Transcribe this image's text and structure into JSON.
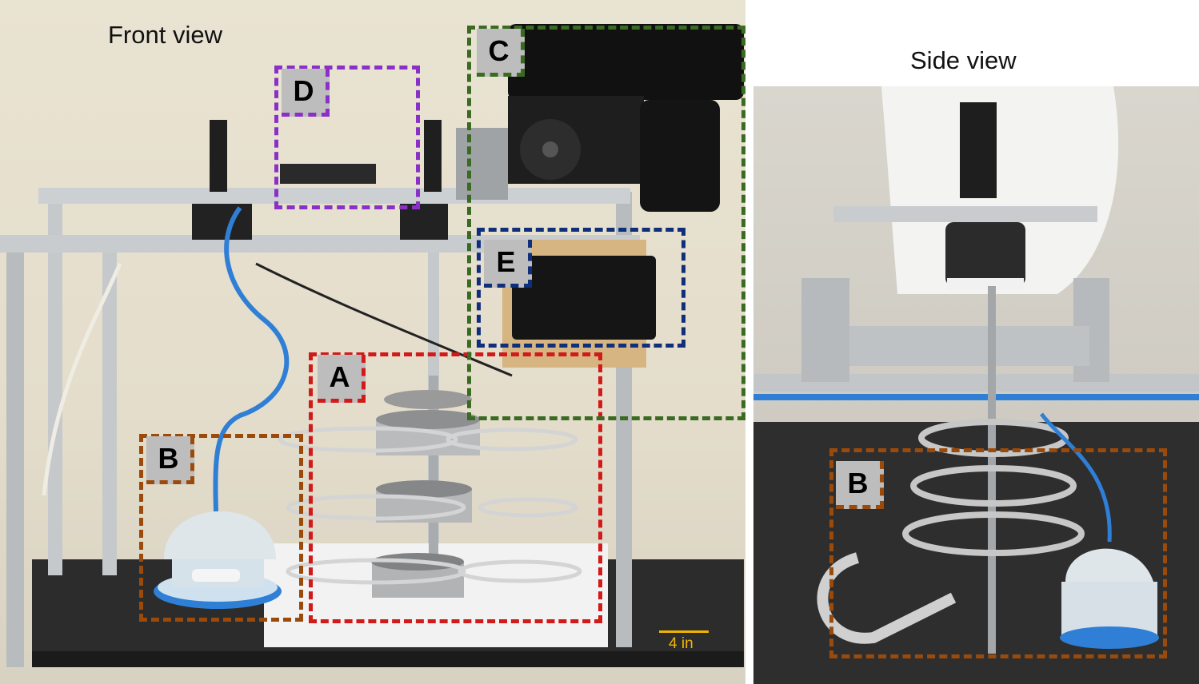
{
  "front_view": {
    "title": "Front view",
    "scale_label": "4 in",
    "regions": [
      {
        "label": "A",
        "color": "#d11a1a"
      },
      {
        "label": "B",
        "color": "#9a4b0c"
      },
      {
        "label": "C",
        "color": "#3b6b23"
      },
      {
        "label": "D",
        "color": "#8b2fc9"
      },
      {
        "label": "E",
        "color": "#0f2f7a"
      }
    ]
  },
  "side_view": {
    "title": "Side view",
    "regions": [
      {
        "label": "B",
        "color": "#9a4b0c"
      }
    ]
  },
  "colors": {
    "scale_bar": "#f0b400",
    "label_background": "#bdbdbd"
  }
}
